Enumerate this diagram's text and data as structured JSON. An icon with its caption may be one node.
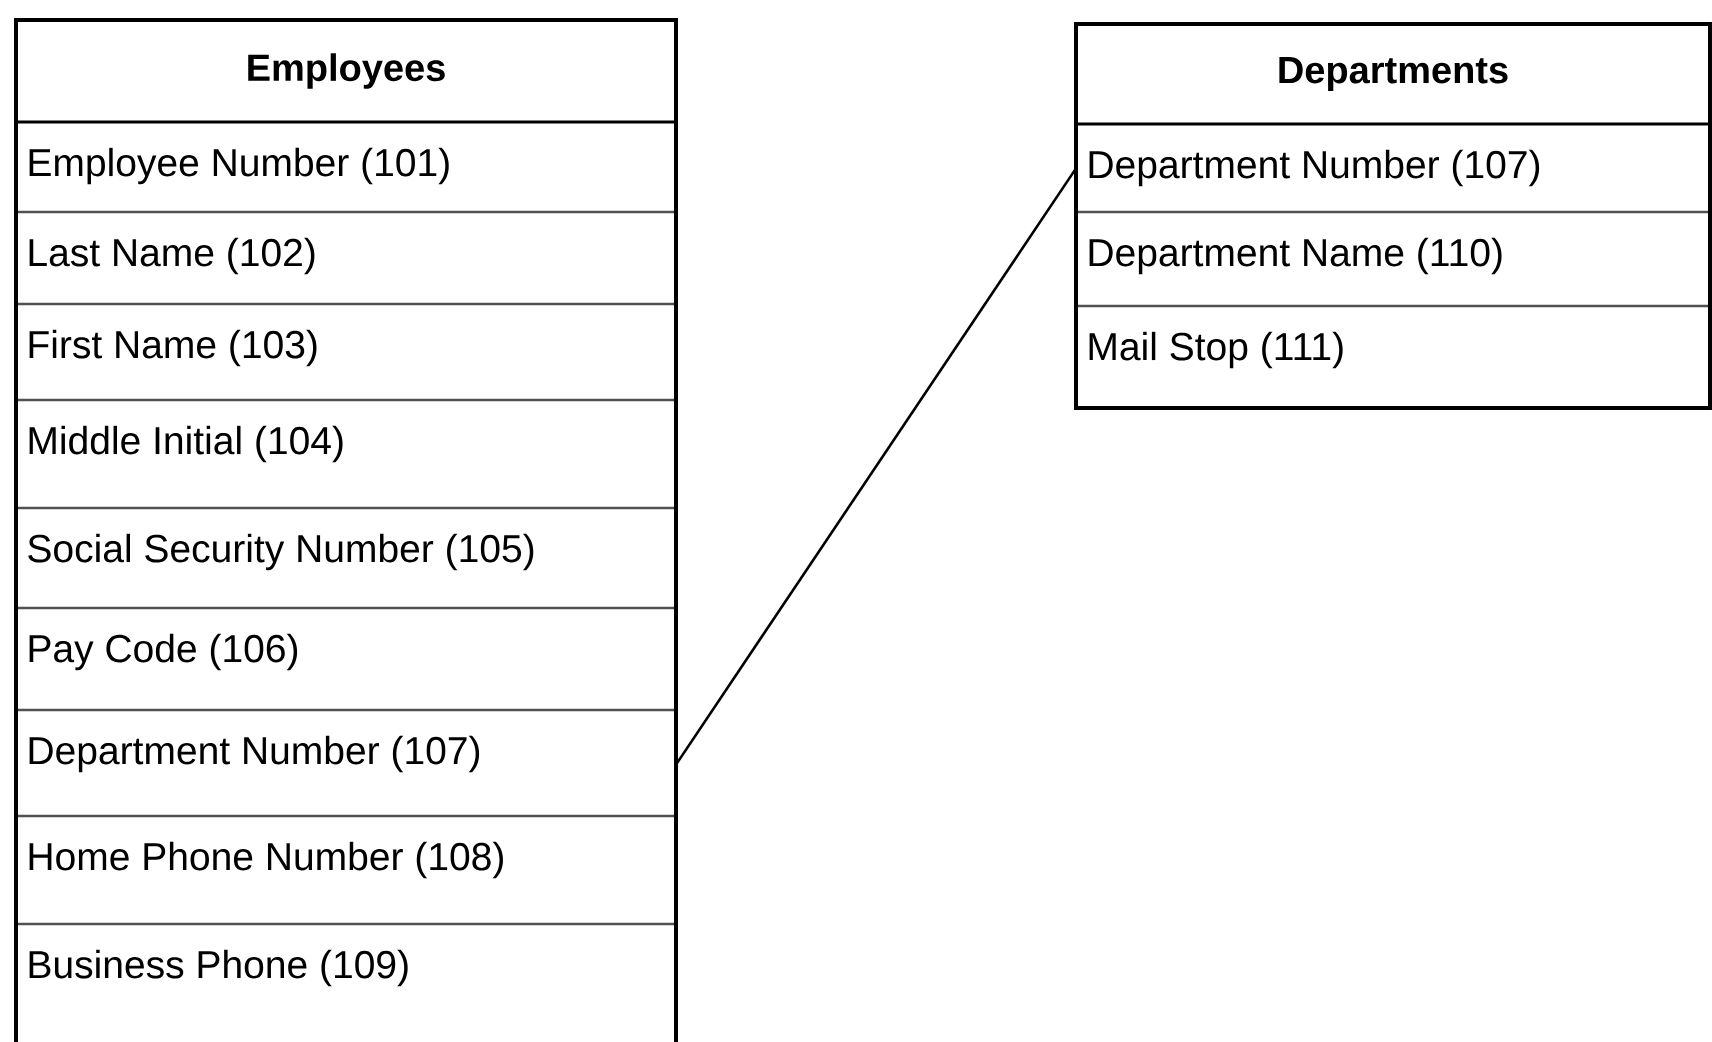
{
  "diagram": {
    "nodes": [
      {
        "text": [
          "Employees"
        ]
      },
      {
        "text": [
          "Employee Number (101)"
        ],
        "in": 0
      },
      {
        "text": [
          "Last Name (102)"
        ],
        "in": 0
      },
      {
        "text": [
          "First Name (103)"
        ],
        "in": 0
      },
      {
        "text": [
          "Middle Initial (104)"
        ],
        "in": 0
      },
      {
        "text": [
          "Social Security Number (105)"
        ],
        "in": 0
      },
      {
        "text": [
          "Pay Code (106)"
        ],
        "in": 0
      },
      {
        "text": [
          "Department Number (107)"
        ],
        "in": 0
      },
      {
        "text": [
          "Home Phone Number (108)"
        ],
        "in": 0
      },
      {
        "text": [
          "Business Phone (109)"
        ],
        "in": 0
      },
      {
        "text": [
          "Departments"
        ]
      },
      {
        "text": [
          "Department Number (107)"
        ],
        "in": 10
      },
      {
        "text": [
          "Department Name (110)"
        ],
        "in": 10
      },
      {
        "text": [
          "Mail Stop (111)"
        ],
        "in": 10
      }
    ],
    "edges": [
      {
        "from": 7,
        "to": 11,
        "arrow": "none"
      }
    ]
  }
}
